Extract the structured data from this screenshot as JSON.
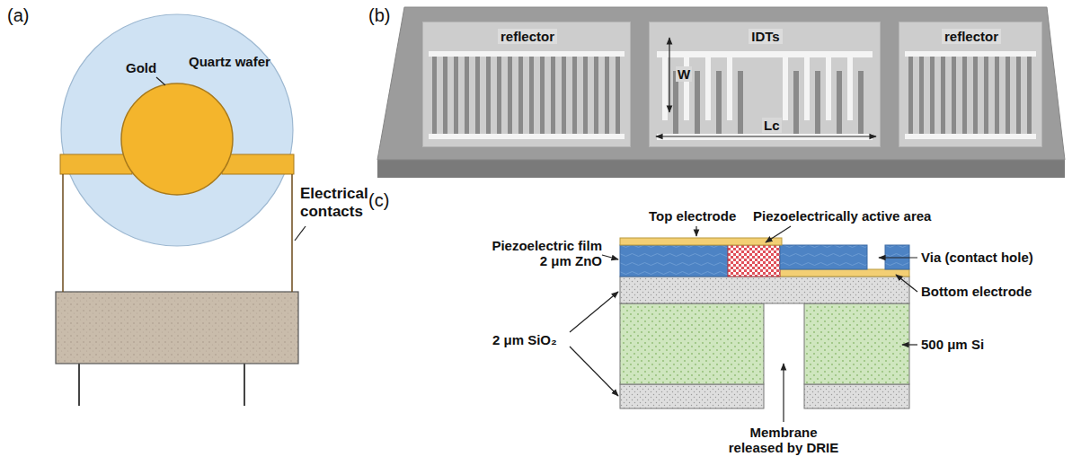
{
  "diagram": {
    "nodes": [
      {
        "text": [
          "Quartz wafer"
        ]
      },
      {
        "text": [
          "reflector"
        ]
      },
      {
        "text": [
          "IDTs"
        ]
      },
      {
        "text": [
          "reflector"
        ]
      }
    ],
    "labels": [
      "(a)",
      "Gold",
      "Electrical contacts",
      "(b)",
      "W",
      "Lc",
      "(c)",
      "Top electrode",
      "Piezoelectrically active area",
      "Piezoelectric film 2 μm ZnO",
      "Via (contact hole)",
      "Bottom electrode",
      "2 μm SiO₂",
      "500 μm Si",
      "Membrane released by DRIE"
    ]
  }
}
